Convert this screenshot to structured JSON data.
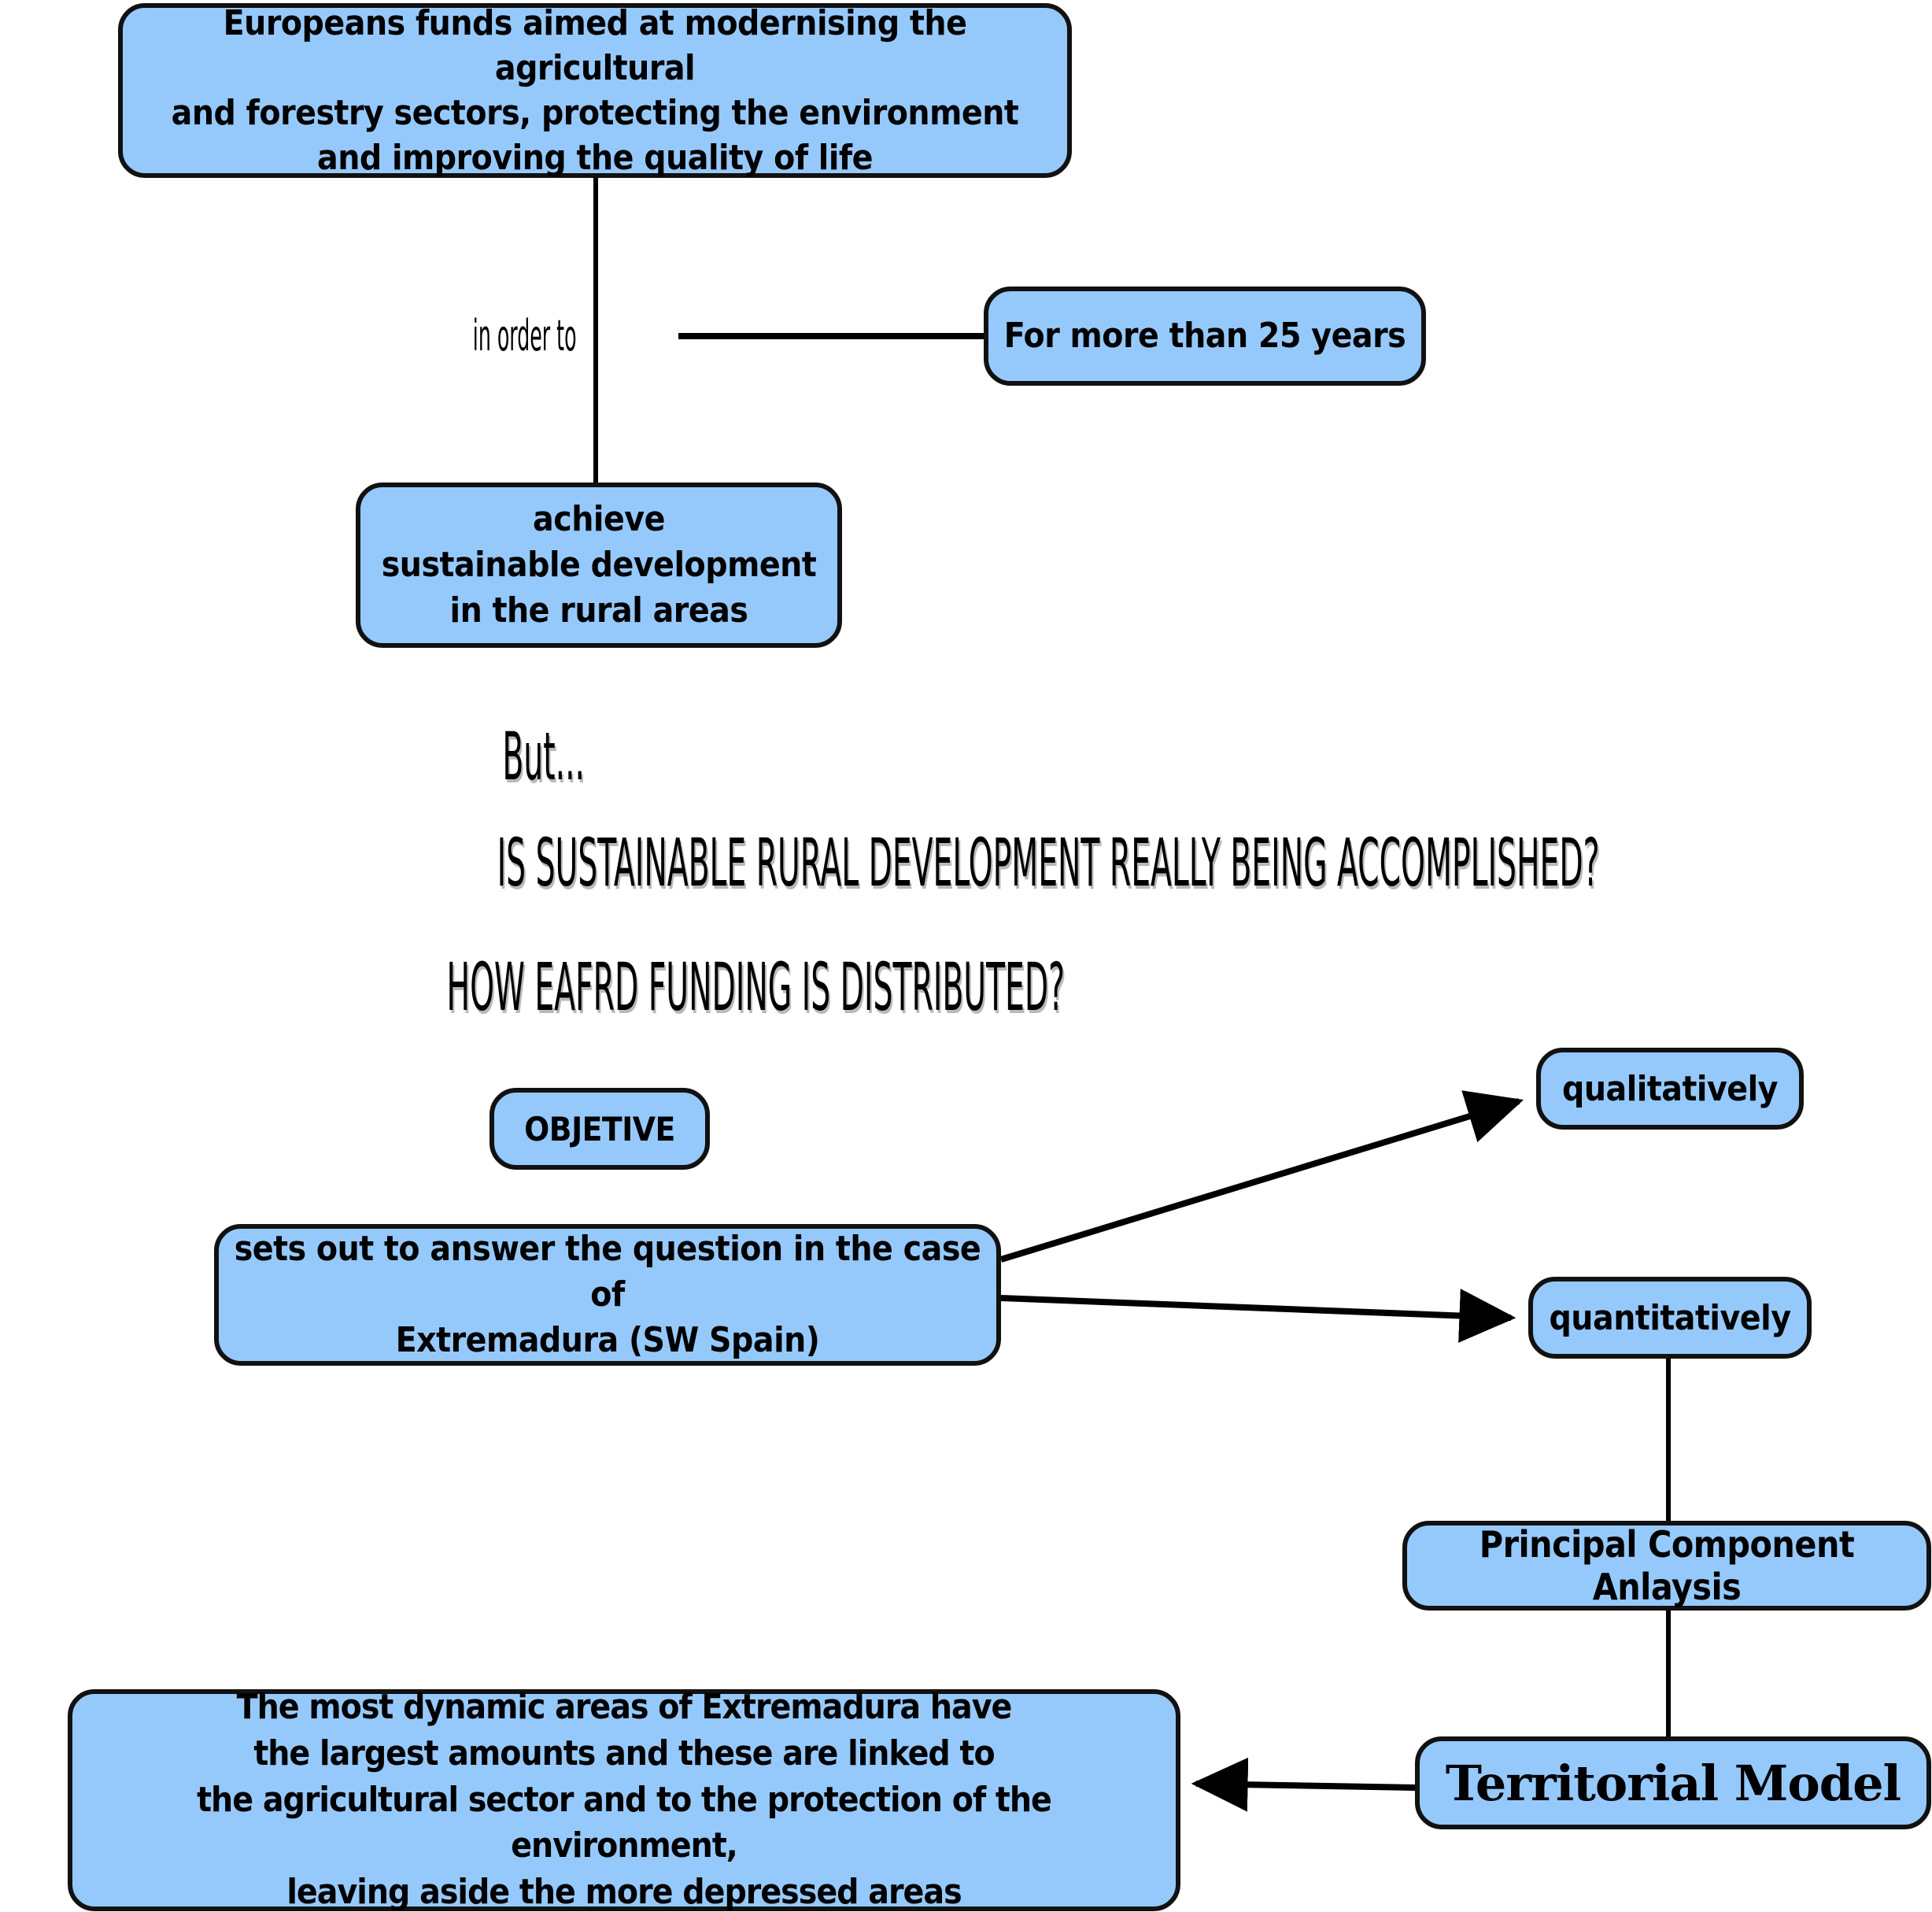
{
  "diagram": {
    "title_flow": "EAFRD rural development research flow",
    "accent_fill": "#96C9FB",
    "stroke": "#111111",
    "background": "#FFFFFF",
    "nodes": {
      "eu_funds": "Europeans funds aimed at modernising the agricultural\nand forestry sectors, protecting the environment\nand improving the quality of life",
      "twenty_five_years": "For more than 25 years",
      "achieve": "achieve\nsustainable development\nin the rural areas",
      "objetive": "OBJETIVE",
      "sets_out": "sets out to answer the question in the case of\nExtremadura (SW Spain)",
      "qualitatively": "qualitatively",
      "quantitatively": "quantitatively",
      "pca": "Principal Component Anlaysis",
      "territorial_model": "Territorial Model",
      "conclusion": "The most dynamic areas of Extremadura have\nthe largest amounts and these are linked to\nthe agricultural sector and to the protection of the environment,\nleaving aside the more depressed areas"
    },
    "labels": {
      "in_order_to": "in order to",
      "but": "But...",
      "question_1": "IS SUSTAINABLE RURAL DEVELOPMENT REALLY BEING ACCOMPLISHED?",
      "question_2": "HOW EAFRD FUNDING IS DISTRIBUTED?"
    },
    "connectors": [
      {
        "name": "eu-funds-to-achieve",
        "kind": "line"
      },
      {
        "name": "in-order-to-to-25-years",
        "kind": "line"
      },
      {
        "name": "sets-out-to-qualitatively",
        "kind": "arrow"
      },
      {
        "name": "sets-out-to-quantitatively",
        "kind": "arrow"
      },
      {
        "name": "quantitatively-to-pca",
        "kind": "line"
      },
      {
        "name": "pca-to-territorial-model",
        "kind": "line"
      },
      {
        "name": "territorial-model-to-conclusion",
        "kind": "arrow"
      }
    ]
  }
}
